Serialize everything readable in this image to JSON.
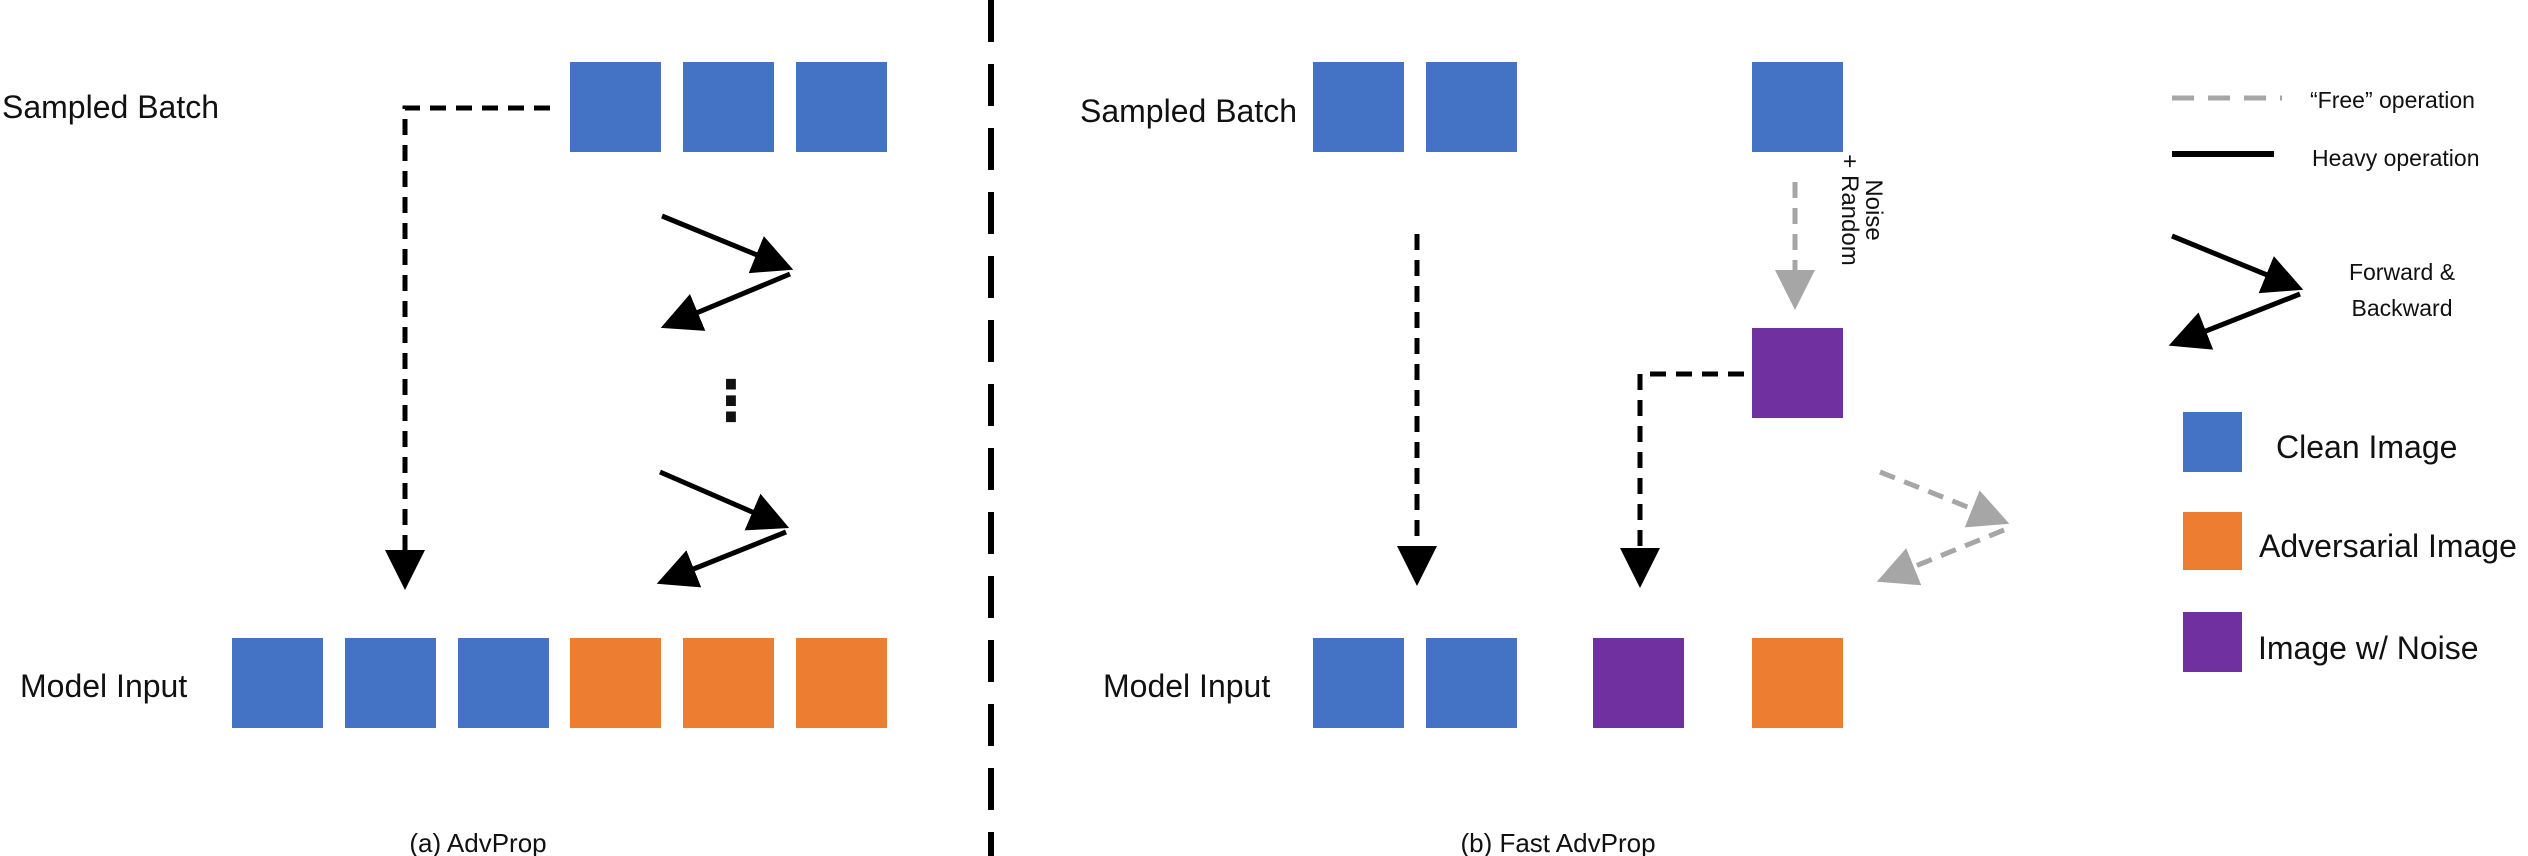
{
  "colors": {
    "clean": "#4472c4",
    "adversarial": "#ed7d31",
    "noise": "#7030a0",
    "heavy": "#000000",
    "free": "#a6a6a6"
  },
  "panel_a": {
    "sampled_batch_label": "Sampled Batch",
    "model_input_label": "Model Input",
    "caption": "(a) AdvProp",
    "ellipsis": "⋮"
  },
  "panel_b": {
    "sampled_batch_label": "Sampled Batch",
    "model_input_label": "Model Input",
    "caption": "(b) Fast AdvProp",
    "noise_label_line1": "+ Random",
    "noise_label_line2": "Noise"
  },
  "legend": {
    "free_operation": "“Free” operation",
    "heavy_operation": "Heavy operation",
    "forward_backward_line1": "Forward &",
    "forward_backward_line2": "Backward",
    "clean_image": "Clean Image",
    "adversarial_image": "Adversarial Image",
    "image_with_noise": "Image w/ Noise"
  }
}
